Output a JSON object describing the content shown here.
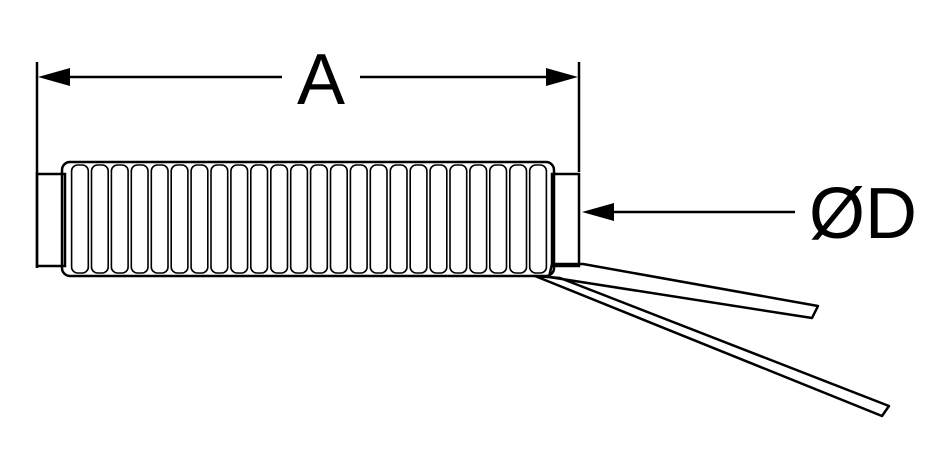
{
  "dimensions": {
    "length_label": "A",
    "diameter_label": "ØD"
  },
  "colors": {
    "line": "#000000",
    "background": "#ffffff"
  },
  "part": {
    "thread_rib_count": 24,
    "lead_wire_count": 2
  }
}
